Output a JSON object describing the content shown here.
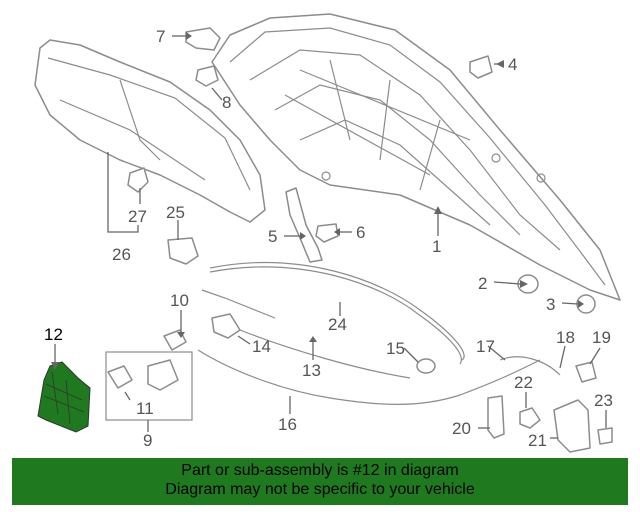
{
  "callouts": [
    "1",
    "2",
    "3",
    "4",
    "5",
    "6",
    "7",
    "8",
    "9",
    "10",
    "11",
    "12",
    "14",
    "13",
    "15",
    "16",
    "17",
    "18",
    "19",
    "20",
    "21",
    "22",
    "23",
    "24",
    "25",
    "26",
    "27"
  ],
  "highlight": {
    "part_number": "12",
    "color": "#1f7a1f"
  },
  "banner": {
    "line1": "Part or sub-assembly is #12 in diagram",
    "line2": "Diagram may not be specific to your vehicle",
    "background": "#1f7a1f"
  }
}
